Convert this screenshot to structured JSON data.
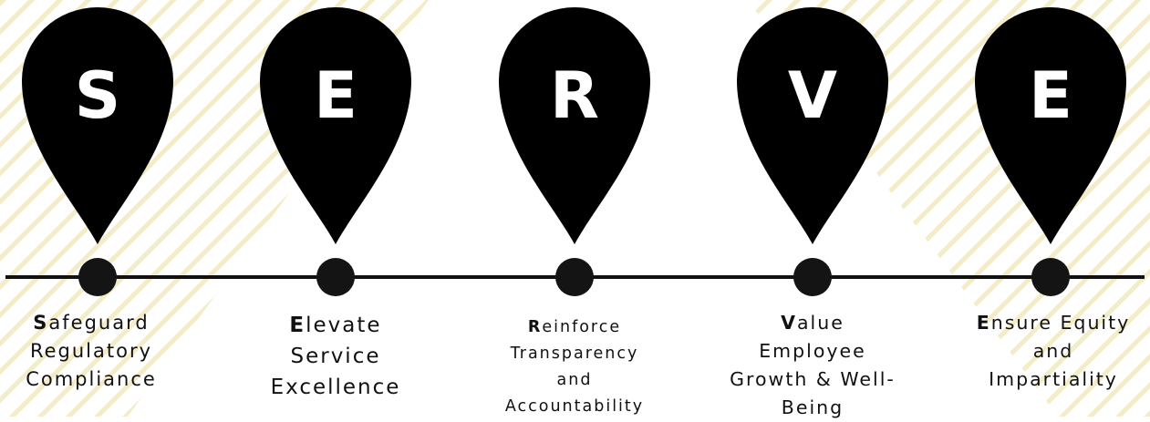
{
  "colors": {
    "stripe": "#f3ecc6",
    "pin": "#000000",
    "line": "#111111",
    "text": "#111111",
    "background": "#ffffff"
  },
  "pins": [
    {
      "letter": "S",
      "initial": "S",
      "lines": [
        "afeguard",
        "Regulatory",
        "Compliance"
      ]
    },
    {
      "letter": "E",
      "initial": "E",
      "lines": [
        "levate",
        "Service",
        "Excellence"
      ]
    },
    {
      "letter": "R",
      "initial": "R",
      "lines": [
        "einforce",
        "Transparency",
        "and",
        "Accountability"
      ]
    },
    {
      "letter": "V",
      "initial": "V",
      "lines": [
        "alue",
        "Employee",
        "Growth & Well-",
        "Being"
      ]
    },
    {
      "letter": "E",
      "initial": "E",
      "lines": [
        "nsure Equity",
        "and",
        "Impartiality"
      ]
    }
  ]
}
